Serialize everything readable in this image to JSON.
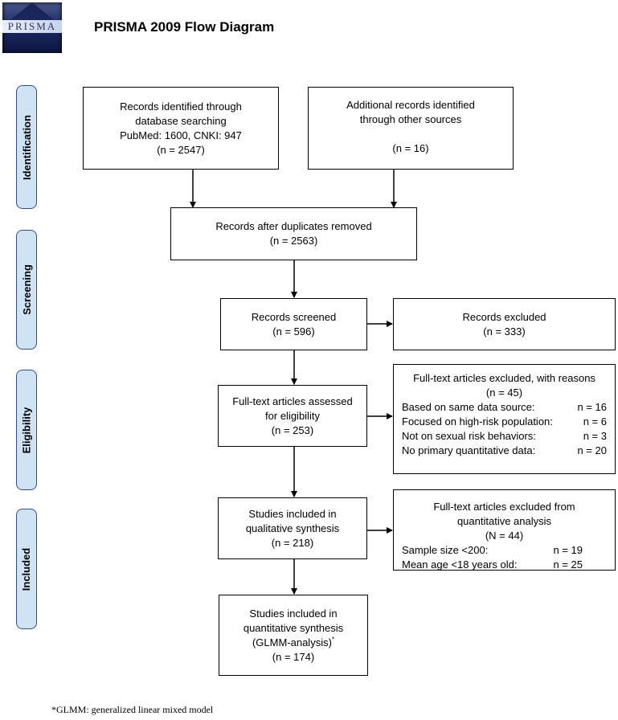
{
  "header": {
    "logo_text": "PRISMA",
    "title": "PRISMA 2009 Flow Diagram"
  },
  "stages": [
    "Identification",
    "Screening",
    "Eligibility",
    "Included"
  ],
  "boxes": {
    "db": {
      "l1": "Records identified through",
      "l2": "database searching",
      "l3": "PubMed: 1600, CNKI: 947",
      "l4": "(n = 2547)"
    },
    "other": {
      "l1": "Additional records identified",
      "l2": "through other sources",
      "l3": "(n = 16)"
    },
    "dedup": {
      "l1": "Records after duplicates removed",
      "l2": "(n = 2563)"
    },
    "screened": {
      "l1": "Records screened",
      "l2": "(n = 596)"
    },
    "excluded": {
      "l1": "Records excluded",
      "l2": "(n = 333)"
    },
    "assessed": {
      "l1": "Full-text articles assessed",
      "l2": "for eligibility",
      "l3": "(n = 253)"
    },
    "ft_excluded": {
      "l1": "Full-text articles excluded, with reasons",
      "l2": "(n = 45)",
      "reasons": [
        {
          "label": "Based on same data source:",
          "n": "n = 16"
        },
        {
          "label": "Focused on high-risk population:",
          "n": "n = 6"
        },
        {
          "label": "Not on sexual risk behaviors:",
          "n": "n = 3"
        },
        {
          "label": "No primary quantitative data:",
          "n": "n = 20"
        }
      ]
    },
    "qual": {
      "l1": "Studies included in",
      "l2": "qualitative synthesis",
      "l3": "(n = 218)"
    },
    "quant_excluded": {
      "l1": "Full-text articles excluded from",
      "l2": "quantitative analysis",
      "l3": "(N = 44)",
      "reasons": [
        {
          "label": "Sample size <200:",
          "n": "n = 19"
        },
        {
          "label": "Mean age <18 years old:",
          "n": "n = 25"
        }
      ]
    },
    "quant": {
      "l1": "Studies included in",
      "l2": "quantitative synthesis",
      "l3": "(GLMM-analysis)",
      "sup": "*",
      "l4": "(n = 174)"
    }
  },
  "footnote": "*GLMM: generalized linear mixed model"
}
